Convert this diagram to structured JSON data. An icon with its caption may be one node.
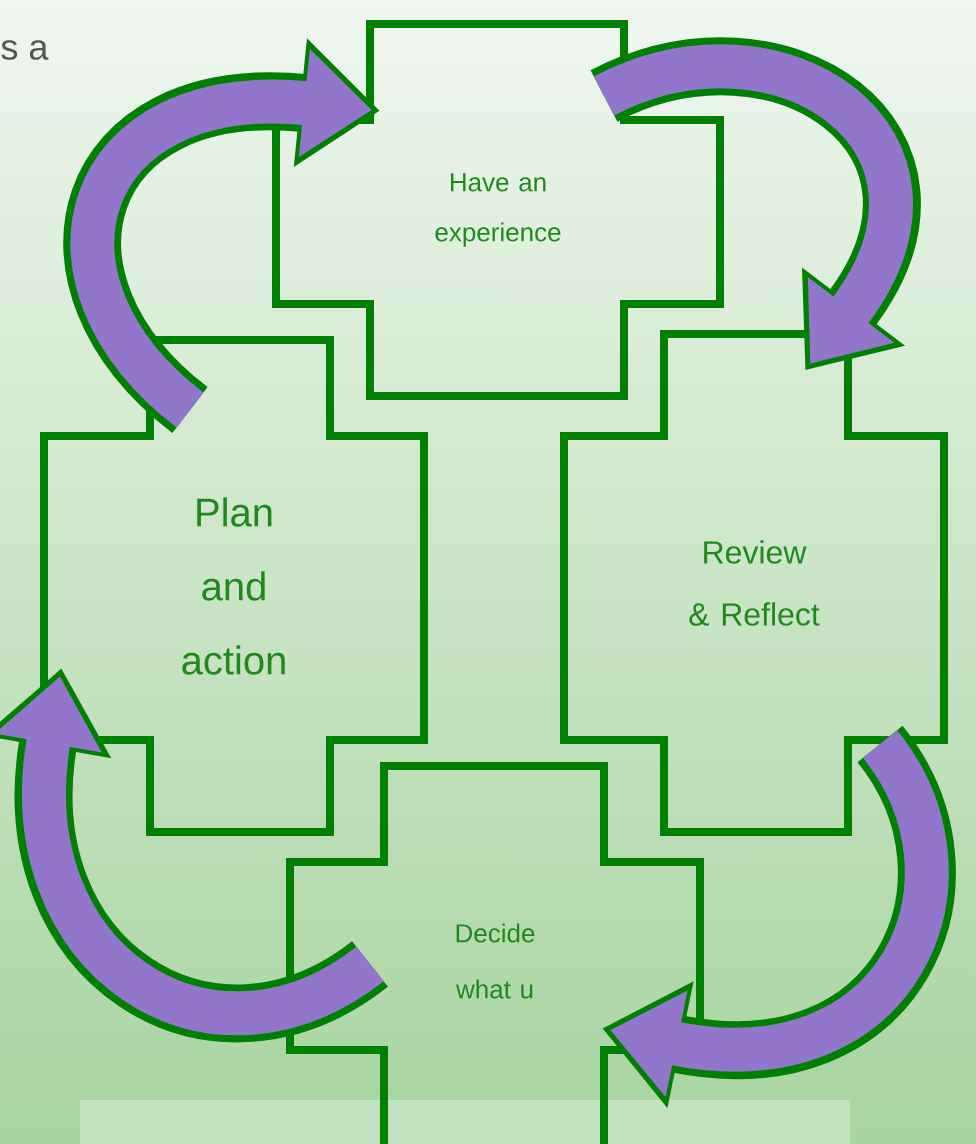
{
  "diagram": {
    "nodes": [
      {
        "text": [
          "Have an experience"
        ]
      },
      {
        "text": [
          "Review & Reflect"
        ]
      },
      {
        "text": [
          "Decide what u"
        ]
      },
      {
        "text": [
          "Plan and action"
        ]
      }
    ],
    "edges": [
      {
        "from": 0,
        "to": 1,
        "arrow": "to"
      },
      {
        "from": 1,
        "to": 2,
        "arrow": "to"
      },
      {
        "from": 2,
        "to": 3,
        "arrow": "to"
      },
      {
        "from": 3,
        "to": 0,
        "arrow": "to"
      }
    ],
    "labels": [
      "s a"
    ]
  }
}
